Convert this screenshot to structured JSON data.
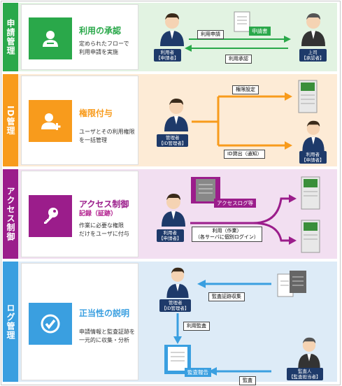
{
  "colors": {
    "green": "#2aa84a",
    "green_bg": "#e2f3e2",
    "orange": "#f89b1c",
    "orange_bg": "#fdebd6",
    "purple": "#9b1d8b",
    "purple_bg": "#f2dff1",
    "blue": "#3a9fe0",
    "blue_bg": "#ddebf7"
  },
  "sections": [
    {
      "side_label": "申請管理",
      "title": "利用の承認",
      "description": "定められたフローで\n利用申請を実施",
      "icon": "user-icon",
      "diagram": {
        "actor_left": {
          "name": "利用者",
          "role": "【申請者】"
        },
        "actor_right": {
          "name": "上司",
          "role": "【承認者】"
        },
        "document": "申請書",
        "arrow_top": "利用申請",
        "arrow_bottom": "利用承認"
      }
    },
    {
      "side_label": "ID管理",
      "title": "権限付与",
      "description": "ユーザとその利用権限\nを一括管理",
      "icon": "user-add-icon",
      "diagram": {
        "actor_left": {
          "name": "管理者",
          "role": "【ID管理者】"
        },
        "actor_right": {
          "name": "利用者",
          "role": "【申請者】"
        },
        "arrow_top": "権限設定",
        "arrow_bottom": "ID貸出（通知）"
      }
    },
    {
      "side_label": "アクセス制御",
      "title": "アクセス制御",
      "subtitle": "記録（証跡）",
      "description": "作業に必要な権限\nだけをユーザに付与",
      "icon": "key-icon",
      "diagram": {
        "actor_left": {
          "name": "利用者",
          "role": "【申請者】"
        },
        "document": "アクセスログ等",
        "arrow_label": "利用（作業）\n（各サーバに個別ログイン）"
      }
    },
    {
      "side_label": "ログ管理",
      "title": "正当性の説明",
      "description": "申請情報と監査証跡を\n一元的に収集・分析",
      "icon": "check-circle-icon",
      "diagram": {
        "actor_top": {
          "name": "管理者",
          "role": "【ID管理者】"
        },
        "actor_right": {
          "name": "監査人",
          "role": "【監査担当者】"
        },
        "document": "監査報告",
        "arrow_collect": "監査証跡収集",
        "arrow_monitor": "利用監査",
        "arrow_audit": "監査"
      }
    }
  ]
}
